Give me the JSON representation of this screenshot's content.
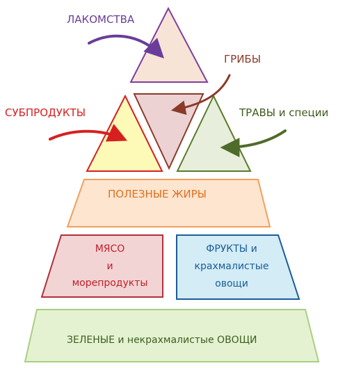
{
  "colors": {
    "sweets": "#6a3d9a",
    "mushrooms": "#8b3a2a",
    "offal": "#d62020",
    "herbs": "#4f6b2a",
    "fats": "#e07020",
    "meat": "#c0202a",
    "fruits": "#1a5c9a",
    "veggies": "#3a5f1e"
  },
  "labels": {
    "sweets": "ЛАКОМСТВА",
    "mushrooms": "ГРИБЫ",
    "offal": "СУБПРОДУКТЫ",
    "herbs": "ТРАВЫ и специи",
    "fats": "ПОЛЕЗНЫЕ ЖИРЫ",
    "meat_line1": "МЯСО",
    "meat_line2": "и",
    "meat_line3": "морепродукты",
    "fruits_line1": "ФРУКТЫ и",
    "fruits_line2": "крахмалистые",
    "fruits_line3": "овощи",
    "veggies": "ЗЕЛЕНЫЕ и некрахмалистые ОВОЩИ"
  }
}
